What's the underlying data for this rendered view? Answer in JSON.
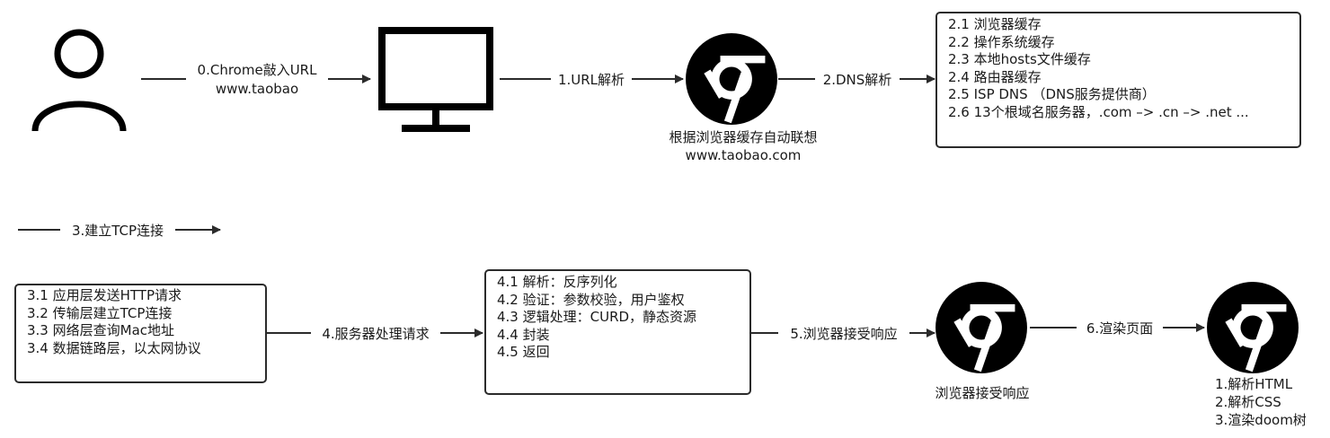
{
  "nodes": {
    "user": {
      "icon": "user-icon"
    },
    "monitor": {
      "icon": "monitor-icon"
    },
    "browser_autocomplete": {
      "icon": "chrome-icon",
      "caption": [
        "根据浏览器缓存自动联想",
        "www.taobao.com"
      ]
    },
    "browser_receive": {
      "icon": "chrome-icon",
      "caption": "浏览器接受响应"
    },
    "browser_render": {
      "icon": "chrome-icon",
      "caption": [
        "1.解析HTML",
        "2.解析CSS",
        "3.渲染doom树"
      ]
    }
  },
  "edges": {
    "type_url": [
      "0.Chrome敲入URL",
      "www.taobao"
    ],
    "url_parse": "1.URL解析",
    "dns_parse": "2.DNS解析",
    "tcp_connect": "3.建立TCP连接",
    "server_process": "4.服务器处理请求",
    "browser_receive": "5.浏览器接受响应",
    "render": "6.渲染页面"
  },
  "boxes": {
    "dns": [
      "2.1 浏览器缓存",
      "2.2 操作系统缓存",
      "2.3 本地hosts文件缓存",
      "2.4 路由器缓存",
      "2.5 ISP DNS （DNS服务提供商）",
      "2.6 13个根域名服务器，.com –> .cn –> .net ..."
    ],
    "tcp": [
      "3.1 应用层发送HTTP请求",
      "3.2 传输层建立TCP连接",
      "3.3 网络层查询Mac地址",
      "3.4 数据链路层，以太网协议"
    ],
    "server": [
      "4.1 解析：反序列化",
      "4.2 验证：参数校验，用户鉴权",
      "4.3 逻辑处理：CURD，静态资源",
      "4.4 封装",
      "4.5 返回"
    ]
  }
}
